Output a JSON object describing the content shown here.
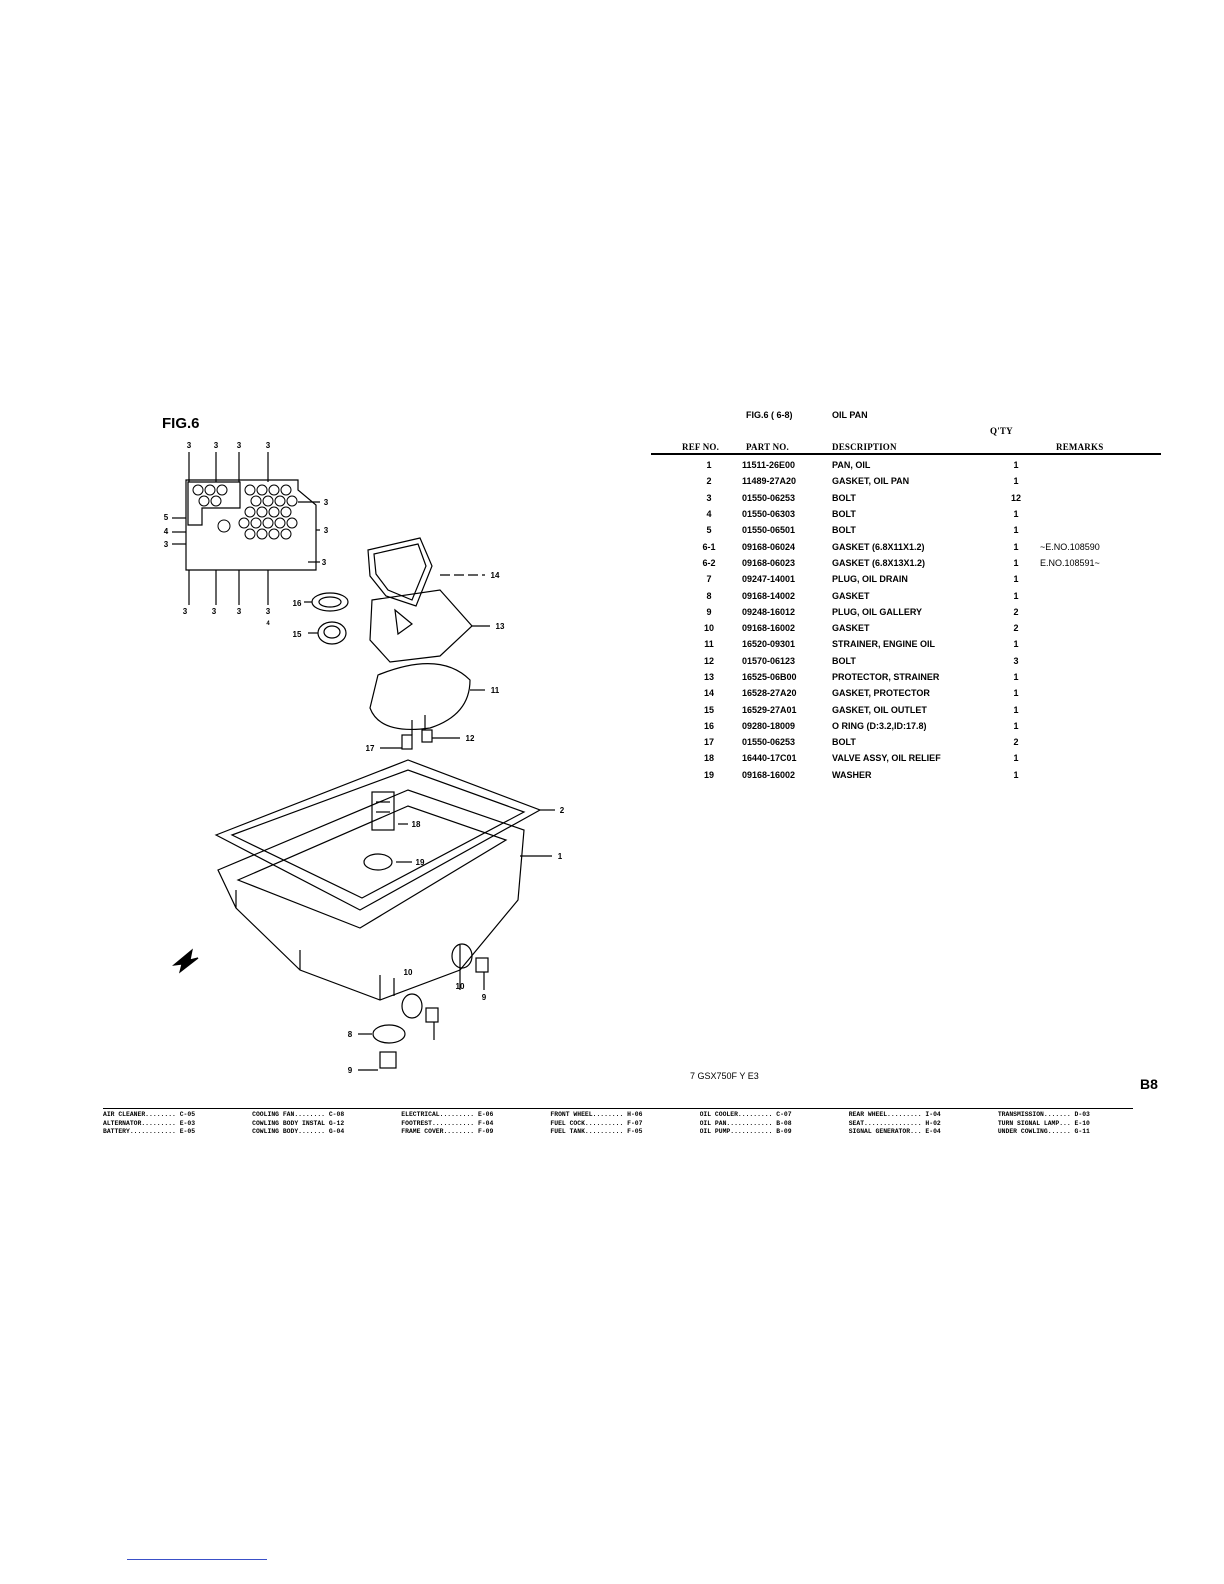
{
  "figure": {
    "label": "FIG.6",
    "callouts": {
      "top": [
        "3",
        "3",
        "3",
        "3"
      ],
      "bottom": [
        "3",
        "3",
        "3",
        "3"
      ],
      "right": [
        "3",
        "3",
        "3"
      ],
      "left": [
        "5",
        "4",
        "3"
      ],
      "small_mark": "4",
      "parts": [
        "16",
        "15",
        "14",
        "13",
        "11",
        "12",
        "17",
        "2",
        "18",
        "19",
        "1",
        "10",
        "10",
        "9",
        "8",
        "9"
      ]
    }
  },
  "parts_list": {
    "fig_ref": "FIG.6 ( 6-8)",
    "title": "OIL PAN",
    "qty_header": "Q'TY",
    "headers": {
      "ref": "REF NO.",
      "part": "PART NO.",
      "desc": "DESCRIPTION",
      "remarks": "REMARKS"
    },
    "rows": [
      {
        "ref": "1",
        "part": "11511-26E00",
        "desc": "PAN, OIL",
        "qty": "1",
        "remarks": ""
      },
      {
        "ref": "2",
        "part": "11489-27A20",
        "desc": "GASKET, OIL PAN",
        "qty": "1",
        "remarks": ""
      },
      {
        "ref": "3",
        "part": "01550-06253",
        "desc": "BOLT",
        "qty": "12",
        "remarks": ""
      },
      {
        "ref": "4",
        "part": "01550-06303",
        "desc": "BOLT",
        "qty": "1",
        "remarks": ""
      },
      {
        "ref": "5",
        "part": "01550-06501",
        "desc": "BOLT",
        "qty": "1",
        "remarks": ""
      },
      {
        "ref": "6-1",
        "part": "09168-06024",
        "desc": "GASKET (6.8X11X1.2)",
        "qty": "1",
        "remarks": "~E.NO.108590"
      },
      {
        "ref": "6-2",
        "part": "09168-06023",
        "desc": "GASKET (6.8X13X1.2)",
        "qty": "1",
        "remarks": "E.NO.108591~"
      },
      {
        "ref": "7",
        "part": "09247-14001",
        "desc": "PLUG, OIL DRAIN",
        "qty": "1",
        "remarks": ""
      },
      {
        "ref": "8",
        "part": "09168-14002",
        "desc": "GASKET",
        "qty": "1",
        "remarks": ""
      },
      {
        "ref": "9",
        "part": "09248-16012",
        "desc": "PLUG, OIL GALLERY",
        "qty": "2",
        "remarks": ""
      },
      {
        "ref": "10",
        "part": "09168-16002",
        "desc": "GASKET",
        "qty": "2",
        "remarks": ""
      },
      {
        "ref": "11",
        "part": "16520-09301",
        "desc": "STRAINER, ENGINE OIL",
        "qty": "1",
        "remarks": ""
      },
      {
        "ref": "12",
        "part": "01570-06123",
        "desc": "BOLT",
        "qty": "3",
        "remarks": ""
      },
      {
        "ref": "13",
        "part": "16525-06B00",
        "desc": "PROTECTOR, STRAINER",
        "qty": "1",
        "remarks": ""
      },
      {
        "ref": "14",
        "part": "16528-27A20",
        "desc": "GASKET, PROTECTOR",
        "qty": "1",
        "remarks": ""
      },
      {
        "ref": "15",
        "part": "16529-27A01",
        "desc": "GASKET, OIL OUTLET",
        "qty": "1",
        "remarks": ""
      },
      {
        "ref": "16",
        "part": "09280-18009",
        "desc": "O RING (D:3.2,ID:17.8)",
        "qty": "1",
        "remarks": ""
      },
      {
        "ref": "17",
        "part": "01550-06253",
        "desc": "BOLT",
        "qty": "2",
        "remarks": ""
      },
      {
        "ref": "18",
        "part": "16440-17C01",
        "desc": "VALVE ASSY, OIL RELIEF",
        "qty": "1",
        "remarks": ""
      },
      {
        "ref": "19",
        "part": "09168-16002",
        "desc": "WASHER",
        "qty": "1",
        "remarks": ""
      }
    ]
  },
  "model_note": "7  GSX750F Y E3",
  "page_number": "B8",
  "index": [
    "AIR CLEANER........ C-05",
    "ALTERNATOR......... E-03",
    "BATTERY............ E-05",
    "COOLING FAN........ C-08",
    "COWLING BODY INSTAL G-12",
    "COWLING BODY....... G-04",
    "ELECTRICAL......... E-06",
    "FOOTREST........... F-04",
    "FRAME COVER........ F-09",
    "FRONT WHEEL........ H-06",
    "FUEL COCK.......... F-07",
    "FUEL TANK.......... F-05",
    "OIL COOLER......... C-07",
    "OIL PAN............ B-08",
    "OIL PUMP........... B-09",
    "REAR WHEEL......... I-04",
    "SEAT............... H-02",
    "SIGNAL GENERATOR... E-04",
    "TRANSMISSION....... D-03",
    "TURN SIGNAL LAMP... E-10",
    "UNDER COWLING...... G-11"
  ]
}
